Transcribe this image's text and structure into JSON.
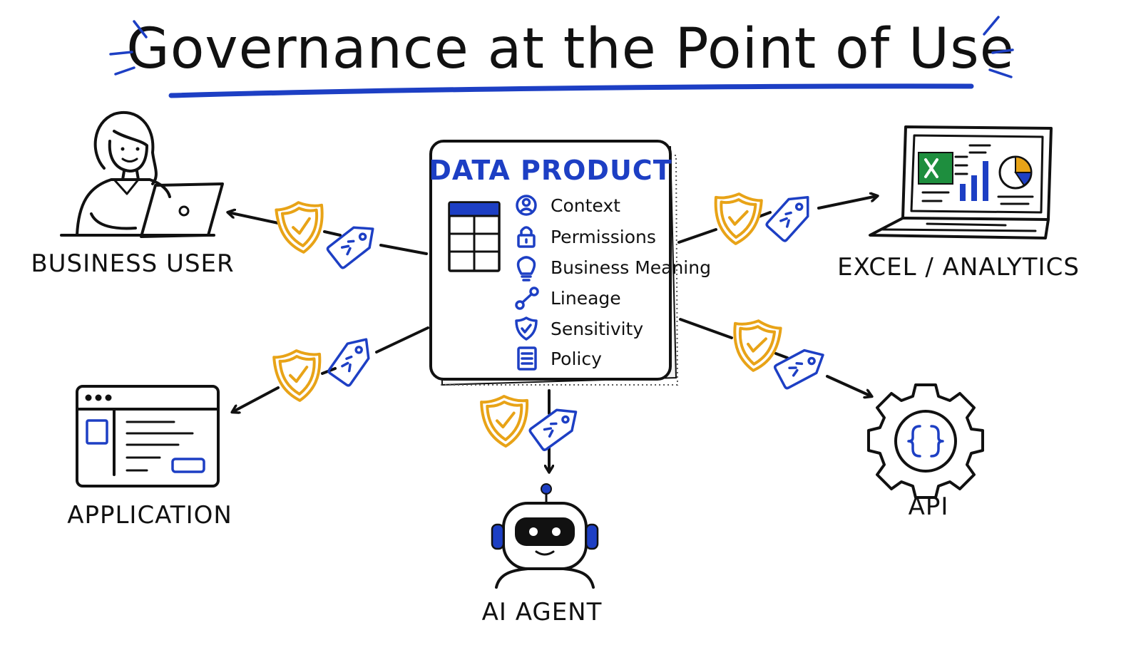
{
  "title": "Governance at the Point of Use",
  "center": {
    "heading": "DATA PRODUCT",
    "facets": [
      {
        "label": "Context",
        "icon": "user-circle-icon"
      },
      {
        "label": "Permissions",
        "icon": "lock-icon"
      },
      {
        "label": "Business Meaning",
        "icon": "lightbulb-icon"
      },
      {
        "label": "Lineage",
        "icon": "lineage-icon"
      },
      {
        "label": "Sensitivity",
        "icon": "shield-check-icon"
      },
      {
        "label": "Policy",
        "icon": "document-icon"
      }
    ]
  },
  "consumers": {
    "business_user": "BUSINESS USER",
    "excel_analytics": "EXCEL / ANALYTICS",
    "application": "APPLICATION",
    "api": "API",
    "ai_agent": "AI AGENT"
  },
  "colors": {
    "accent_blue": "#1d3fc4",
    "shield_gold": "#e8a317",
    "excel_green": "#1e8e3e",
    "ink": "#111111"
  }
}
